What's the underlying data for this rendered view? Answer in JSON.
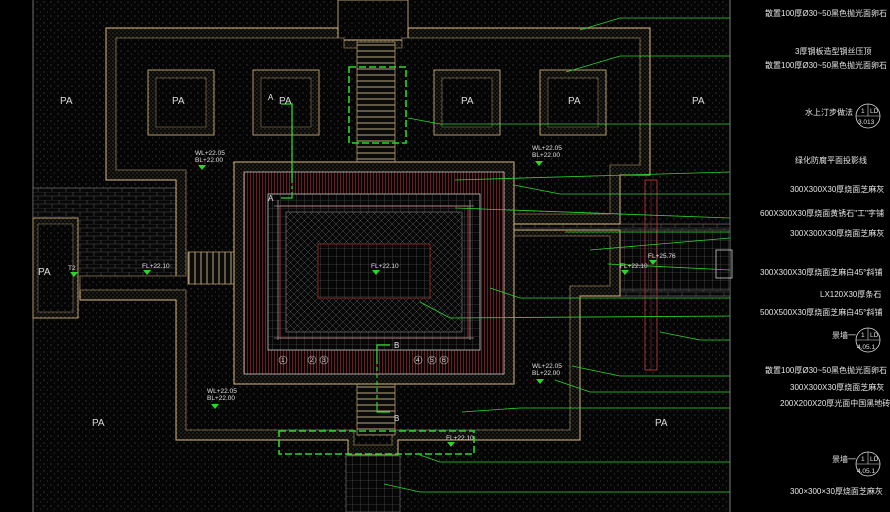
{
  "drawing": {
    "title": "",
    "zones": [
      {
        "id": "pa1",
        "label": "PA"
      },
      {
        "id": "pa2",
        "label": "PA"
      },
      {
        "id": "pa3",
        "label": "PA"
      },
      {
        "id": "pa4",
        "label": "PA"
      },
      {
        "id": "pa5",
        "label": "PA"
      },
      {
        "id": "pa6",
        "label": "PA"
      },
      {
        "id": "pa7",
        "label": "PA"
      },
      {
        "id": "pa8",
        "label": "PA"
      },
      {
        "id": "pa9",
        "label": "PA"
      }
    ],
    "levels": {
      "wl_bl_1": {
        "wl": "WL+22.05",
        "bl": "BL+22.00"
      },
      "wl_bl_2": {
        "wl": "WL+22.05",
        "bl": "BL+22.00"
      },
      "wl_bl_3": {
        "wl": "WL+22.05",
        "bl": "BL+22.00"
      },
      "wl_bl_4": {
        "wl": "WL+22.05",
        "bl": "BL+22.00"
      },
      "fl_left": "FL+22.10",
      "fl_center": "FL+22.10",
      "fl_right": "FL+22.10",
      "fl_bottom": "FL+22.10",
      "fl_edge": "FL+25.76"
    },
    "section_marks": {
      "a_top": "A",
      "a_mid": "A",
      "b_top": "B",
      "b_bottom": "B"
    },
    "sign": "T2",
    "numbers": [
      "1",
      "2",
      "3",
      "4",
      "5",
      "6"
    ],
    "detail_refs": [
      {
        "id": "d1",
        "num": "1",
        "code": "LD",
        "sheet": "3.013"
      },
      {
        "id": "d2",
        "num": "1",
        "code": "LD",
        "sheet": "4.05.1"
      },
      {
        "id": "d3",
        "num": "1",
        "code": "LD",
        "sheet": "4.05.1"
      }
    ],
    "annotations": [
      {
        "id": "a1",
        "text": "散置100厚Ø30~50黑色抛光面卵石"
      },
      {
        "id": "a2",
        "text": "3厚钢板造型钢丝压顶"
      },
      {
        "id": "a3",
        "text": "散置100厚Ø30~50黑色抛光面卵石"
      },
      {
        "id": "a4",
        "text": "水上汀步做法"
      },
      {
        "id": "a5",
        "text": "绿化防腐平面投影线"
      },
      {
        "id": "a6",
        "text": "300X300X30厚烧面芝麻灰"
      },
      {
        "id": "a7",
        "text": "600X300X30厚烧面黄锈石\"工\"字铺"
      },
      {
        "id": "a8",
        "text": "300X300X30厚烧面芝麻灰"
      },
      {
        "id": "a9",
        "text": "300X300X30厚烧面芝麻白45°斜铺"
      },
      {
        "id": "a10",
        "text": "LX120X30厚条石"
      },
      {
        "id": "a11",
        "text": "500X500X30厚烧面芝麻白45°斜铺"
      },
      {
        "id": "a12",
        "text": "景墙一"
      },
      {
        "id": "a13",
        "text": "散置100厚Ø30~50黑色抛光面卵石"
      },
      {
        "id": "a14",
        "text": "300X300X30厚烧面芝麻灰"
      },
      {
        "id": "a15",
        "text": "200X200X20厚光面中国黑地砖"
      },
      {
        "id": "a16",
        "text": "景墙一"
      },
      {
        "id": "a17",
        "text": "300×300×30厚烧面芝麻灰"
      }
    ],
    "colors": {
      "background": "#000000",
      "border": "#b39a6a",
      "green": "#2bd62b",
      "red": "#8a2a2a",
      "text": "#e6e6e6",
      "grid": "#7a7a7a"
    }
  }
}
